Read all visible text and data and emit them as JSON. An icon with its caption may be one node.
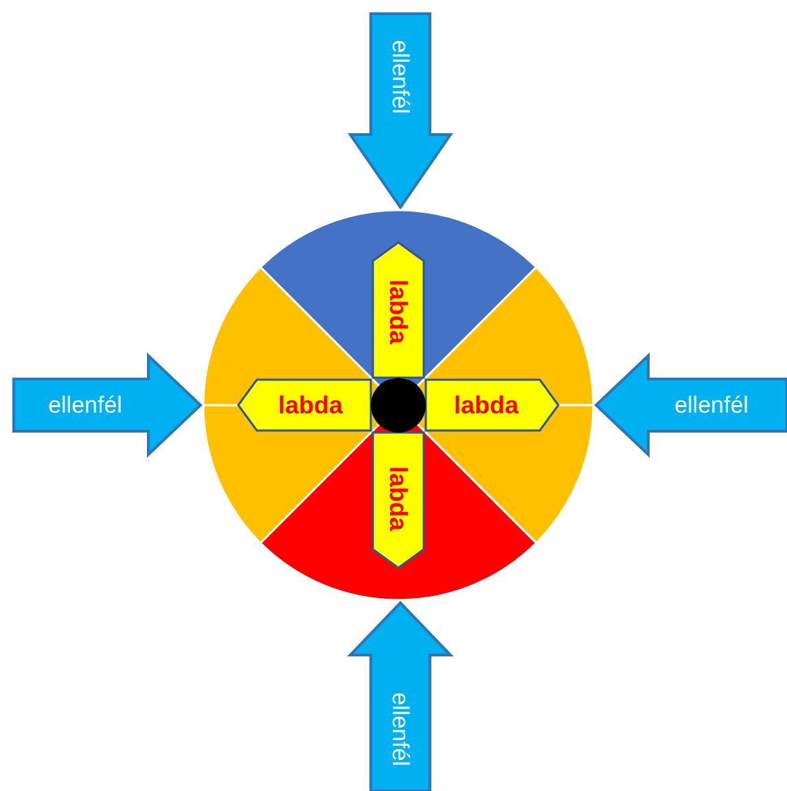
{
  "diagram": {
    "nodes": [
      {
        "text": [
          "ellenfél"
        ]
      },
      {
        "text": [],
        "shape": "circle"
      },
      {
        "text": [
          "labda"
        ],
        "in": 1
      },
      {
        "text": [
          "ellenfél"
        ]
      },
      {
        "text": [
          "labda"
        ],
        "in": 1
      },
      {
        "text": [],
        "shape": "circle",
        "in": 1
      },
      {
        "text": [
          "labda"
        ],
        "in": 1
      },
      {
        "text": [
          "ellenfél"
        ]
      },
      {
        "text": [
          "labda"
        ],
        "in": 1
      },
      {
        "text": [
          "ellenfél"
        ]
      }
    ]
  }
}
